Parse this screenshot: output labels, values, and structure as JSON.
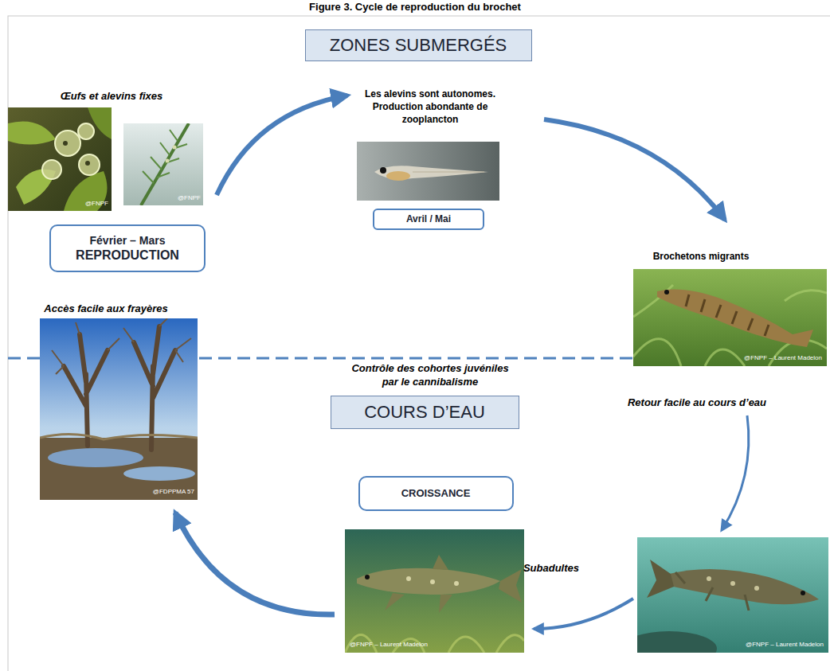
{
  "diagram": {
    "title": "Figure 3. Cycle de reproduction du brochet",
    "nodes": [
      {
        "text": [
          "ZONES SUBMERGÉS"
        ]
      },
      {
        "text": [
          "Février – Mars",
          "REPRODUCTION"
        ]
      },
      {
        "text": [
          "Avril / Mai"
        ]
      },
      {
        "text": [
          "COURS D’EAU"
        ]
      },
      {
        "text": [
          "CROISSANCE"
        ]
      }
    ],
    "labels": [
      "Œufs et alevins fixes",
      "@FNPF",
      "@FNPF",
      "Les alevins sont autonomes. Production abondante de zooplancton",
      "Brochetons migrants",
      "@FNPF – Laurent Madelon",
      "Accès facile aux frayères",
      "@FDPPMA 57",
      "Contrôle des cohortes juvéniles par le cannibalisme",
      "Retour facile au cours d’eau",
      "Subadultes",
      "@FNPF – Laurent Madelon",
      "@FNPF – Laurent Madelon"
    ]
  }
}
